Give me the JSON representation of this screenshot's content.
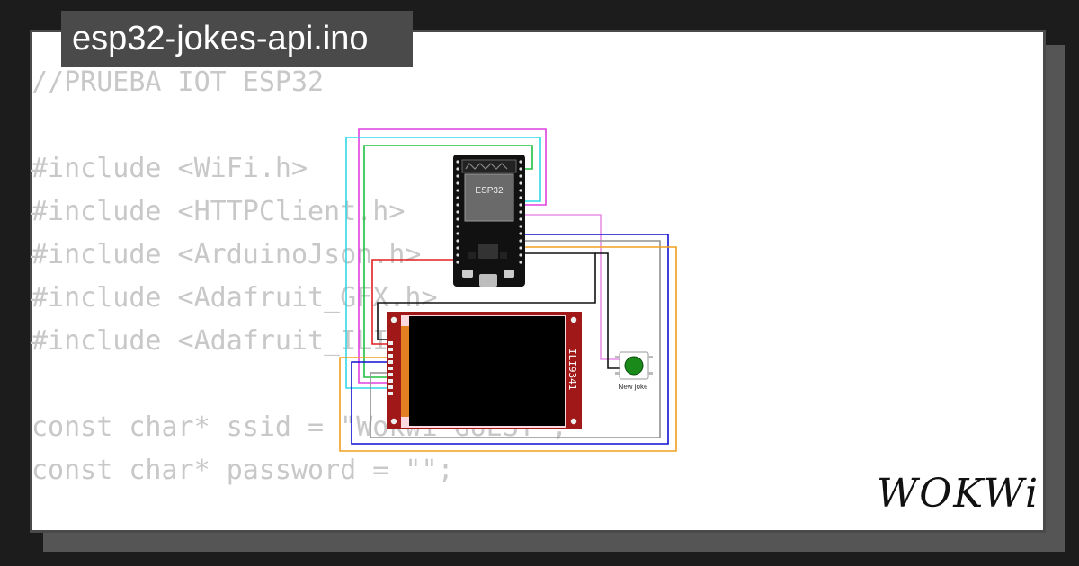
{
  "title": "esp32-jokes-api.ino",
  "code_lines": [
    "//PRUEBA IOT ESP32",
    "",
    "#include <WiFi.h>",
    "#include <HTTPClient.h>",
    "#include <ArduinoJson.h>",
    "#include <Adafruit_GFX.h>",
    "#include <Adafruit_ILI9341.h>",
    "",
    "const char* ssid = \"Wokwi-GUEST\";",
    "const char* password = \"\";"
  ],
  "diagram": {
    "esp32_label": "ESP32",
    "display_label": "ILI9341",
    "button_label": "New joke"
  },
  "brand": "WOKWi",
  "colors": {
    "background": "#1c1c1c",
    "card": "#ffffff",
    "tab": "#4a4a4a",
    "code_text": "#c8c8c8",
    "display_board": "#a01818",
    "button_cap": "#1a8a1a"
  }
}
